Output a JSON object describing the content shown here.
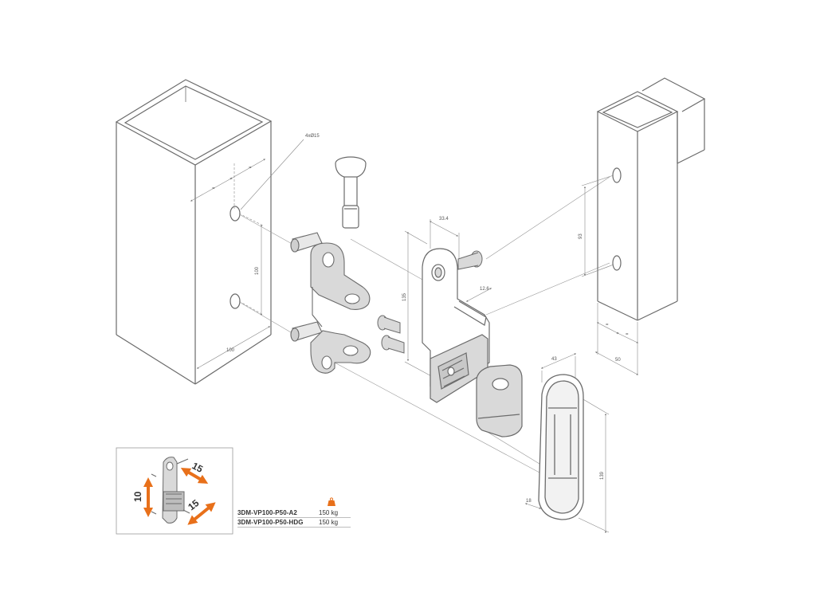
{
  "dimensions": {
    "holes": "4xØ15",
    "post_spacing": "100",
    "post_width": "100",
    "half_left_a": "=",
    "half_left_b": "=",
    "bracket_width": "33.4",
    "bracket_offset": "12.6",
    "bracket_height": "135",
    "gate_hole_spacing": "93",
    "gate_half_a": "=",
    "gate_half_b": "=",
    "gate_width": "50",
    "cover_width": "43",
    "cover_height": "139",
    "cover_depth": "18"
  },
  "inset": {
    "adjust_vertical": "10",
    "adjust_top": "15",
    "adjust_bottom": "15"
  },
  "products": [
    {
      "code": "3DM-VP100-P50-A2",
      "load": "150 kg"
    },
    {
      "code": "3DM-VP100-P50-HDG",
      "load": "150 kg"
    }
  ],
  "colors": {
    "line": "#6b6b6b",
    "dim_line": "#777777",
    "accent": "#e8701a",
    "part_fill": "#d9d9d9"
  }
}
